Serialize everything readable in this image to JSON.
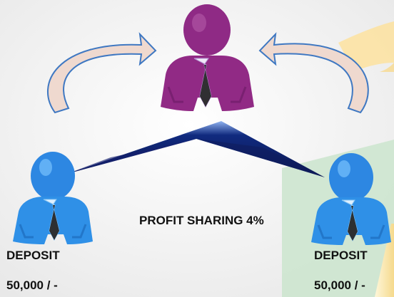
{
  "colors": {
    "center_person": "#8e2b82",
    "side_person": "#2f8fe6",
    "tie": "#e7d8f2",
    "arrow_fill": "#efd9cf",
    "arrow_stroke": "#3f78c2",
    "triangle_dark": "#1b2b73",
    "triangle_light": "#8fb2ef",
    "green_panel": "#cfe5d1",
    "yellow_band": "#fbe8a6"
  },
  "center_person": {
    "icon": "person-icon"
  },
  "left_person": {
    "icon": "person-icon",
    "deposit_label": "DEPOSIT",
    "amount_label": "50,000 / -"
  },
  "right_person": {
    "icon": "person-icon",
    "deposit_label": "DEPOSIT",
    "amount_label": "50,000 / -"
  },
  "profit_label": "PROFIT SHARING 4%"
}
